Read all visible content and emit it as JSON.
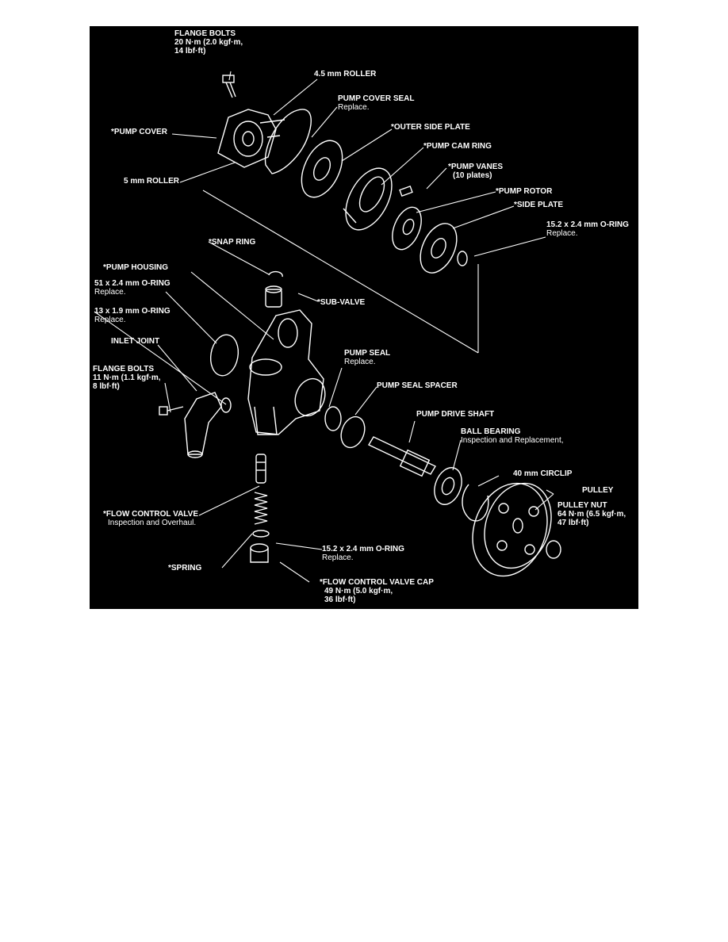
{
  "colors": {
    "page_background": "#ffffff",
    "panel_background": "#000000",
    "ink": "#ffffff"
  },
  "labels": {
    "flange_bolts_top": {
      "title": "FLANGE BOLTS",
      "line2": "20 N·m (2.0 kgf·m,",
      "line3": "14 lbf·ft)"
    },
    "roller_45": {
      "title": "4.5 mm ROLLER"
    },
    "pump_cover_seal": {
      "title": "PUMP COVER SEAL",
      "sub": "Replace."
    },
    "pump_cover": {
      "title": "*PUMP COVER"
    },
    "outer_side_plate": {
      "title": "*OUTER SIDE PLATE"
    },
    "pump_cam_ring": {
      "title": "*PUMP CAM RING"
    },
    "pump_vanes": {
      "title": "*PUMP VANES",
      "sub": "(10 plates)"
    },
    "roller_5": {
      "title": "5 mm ROLLER"
    },
    "pump_rotor": {
      "title": "*PUMP ROTOR"
    },
    "side_plate": {
      "title": "*SIDE PLATE"
    },
    "oring_152_top": {
      "title": "15.2 x 2.4 mm O-RING",
      "sub": "Replace."
    },
    "snap_ring": {
      "title": "*SNAP RING"
    },
    "pump_housing": {
      "title": "*PUMP HOUSING"
    },
    "oring_51": {
      "title": "51 x 2.4 mm O-RING",
      "sub": "Replace."
    },
    "sub_valve": {
      "title": "*SUB-VALVE"
    },
    "oring_13": {
      "title": "13 x 1.9 mm O-RING",
      "sub": "Replace."
    },
    "inlet_joint": {
      "title": "INLET JOINT"
    },
    "pump_seal": {
      "title": "PUMP SEAL",
      "sub": "Replace."
    },
    "flange_bolts_lower": {
      "title": "FLANGE BOLTS",
      "line2": "11 N·m (1.1 kgf·m,",
      "line3": "8 lbf·ft)"
    },
    "pump_seal_spacer": {
      "title": "PUMP SEAL SPACER"
    },
    "pump_drive_shaft": {
      "title": "PUMP DRIVE SHAFT"
    },
    "ball_bearing": {
      "title": "BALL BEARING",
      "sub": "Inspection and Replacement,"
    },
    "circlip_40": {
      "title": "40 mm CIRCLIP"
    },
    "pulley": {
      "title": "PULLEY"
    },
    "pulley_nut": {
      "title": "PULLEY NUT",
      "line2": "64 N·m (6.5 kgf·m,",
      "line3": "47 lbf·ft)"
    },
    "flow_control_valve": {
      "title": "*FLOW CONTROL VALVE",
      "sub": "Inspection and Overhaul."
    },
    "oring_152_bottom": {
      "title": "15.2 x 2.4 mm O-RING",
      "sub": "Replace."
    },
    "spring": {
      "title": "*SPRING"
    },
    "flow_control_valve_cap": {
      "title": "*FLOW CONTROL VALVE CAP",
      "line2": "49 N·m (5.0 kgf·m,",
      "line3": "36 lbf·ft)"
    }
  }
}
